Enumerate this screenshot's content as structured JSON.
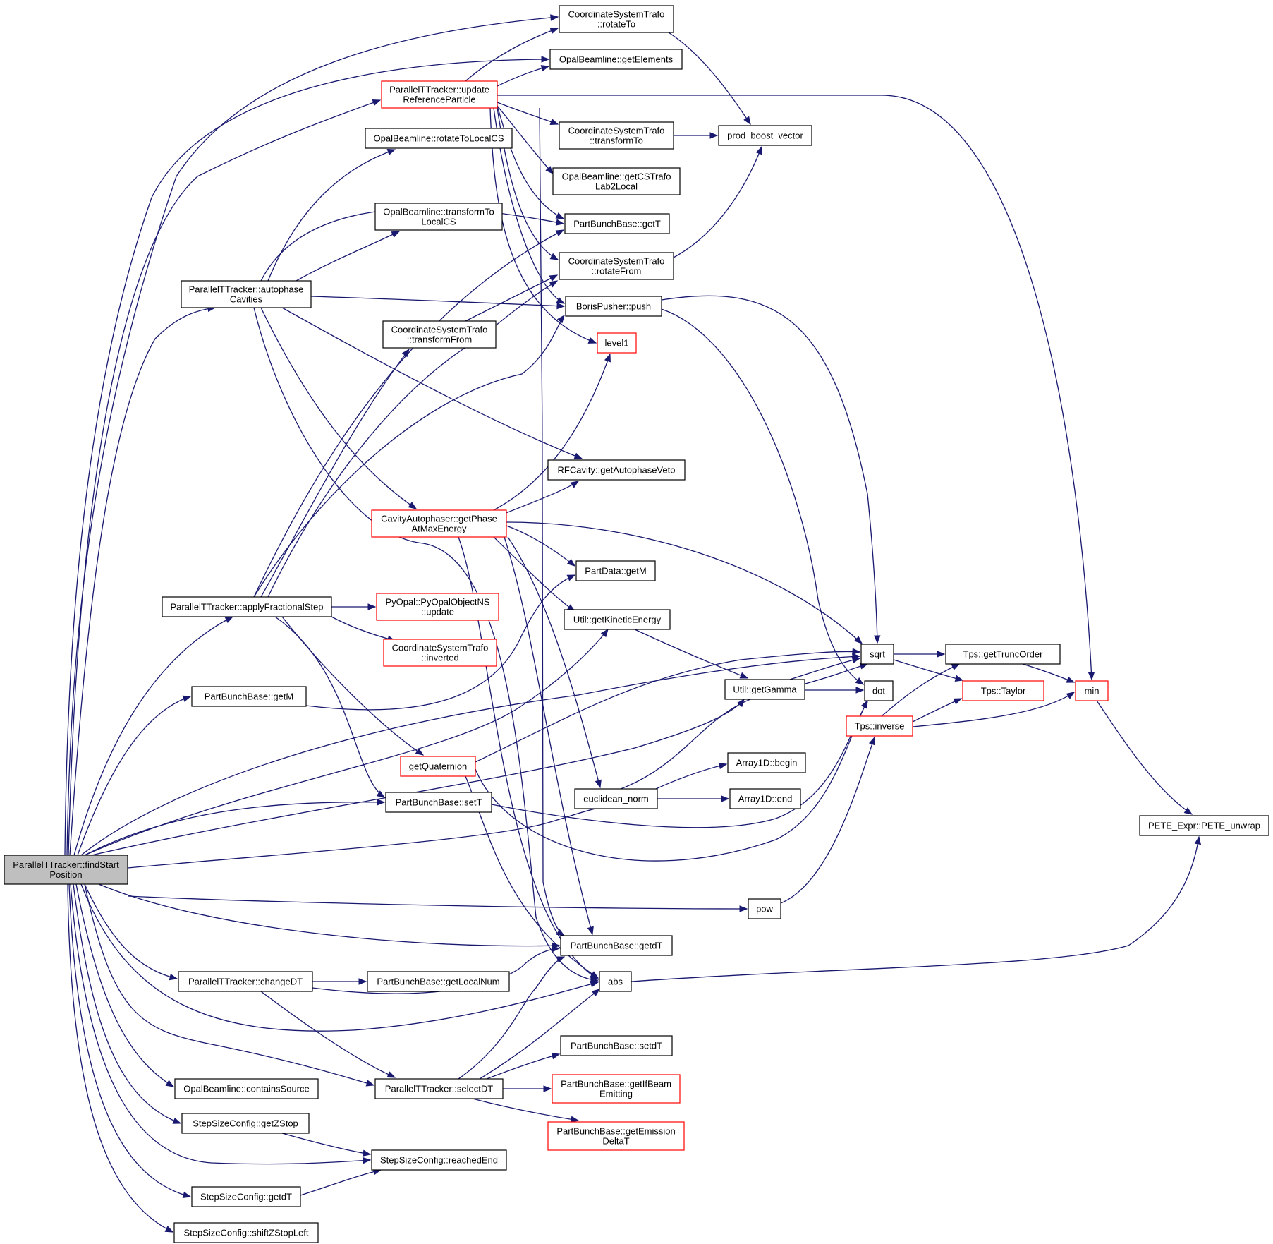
{
  "graph": {
    "colors": {
      "edge": "#191970",
      "node_border": "#000000",
      "truncated_border": "#ff0000",
      "root_fill": "#bfbfbf"
    },
    "nodes": {
      "findStart": {
        "lines": [
          "ParallelTTracker::findStart",
          "Position"
        ],
        "root": true
      },
      "rotateTo": {
        "lines": [
          "CoordinateSystemTrafo",
          "::rotateTo"
        ]
      },
      "getElements": {
        "lines": [
          "OpalBeamline::getElements"
        ]
      },
      "updateRef": {
        "lines": [
          "ParallelTTracker::update",
          "ReferenceParticle"
        ],
        "truncated": true
      },
      "rotateToLocalCS": {
        "lines": [
          "OpalBeamline::rotateToLocalCS"
        ]
      },
      "transformTo": {
        "lines": [
          "CoordinateSystemTrafo",
          "::transformTo"
        ]
      },
      "prodBoost": {
        "lines": [
          "prod_boost_vector"
        ]
      },
      "getCSTrafo": {
        "lines": [
          "OpalBeamline::getCSTrafo",
          "Lab2Local"
        ]
      },
      "transformToLocalCS": {
        "lines": [
          "OpalBeamline::transformTo",
          "LocalCS"
        ]
      },
      "getT": {
        "lines": [
          "PartBunchBase::getT"
        ]
      },
      "rotateFrom": {
        "lines": [
          "CoordinateSystemTrafo",
          "::rotateFrom"
        ]
      },
      "autophase": {
        "lines": [
          "ParallelTTracker::autophase",
          "Cavities"
        ]
      },
      "borisPush": {
        "lines": [
          "BorisPusher::push"
        ]
      },
      "transformFrom": {
        "lines": [
          "CoordinateSystemTrafo",
          "::transformFrom"
        ]
      },
      "level1": {
        "lines": [
          "level1"
        ],
        "truncated": true
      },
      "getAutophaseVeto": {
        "lines": [
          "RFCavity::getAutophaseVeto"
        ]
      },
      "getPhaseAtMax": {
        "lines": [
          "CavityAutophaser::getPhase",
          "AtMaxEnergy"
        ],
        "truncated": true
      },
      "partDataGetM": {
        "lines": [
          "PartData::getM"
        ]
      },
      "applyFrac": {
        "lines": [
          "ParallelTTracker::applyFractionalStep"
        ]
      },
      "pyOpalUpdate": {
        "lines": [
          "PyOpal::PyOpalObjectNS",
          "::update"
        ],
        "truncated": true
      },
      "getKinetic": {
        "lines": [
          "Util::getKineticEnergy"
        ]
      },
      "inverted": {
        "lines": [
          "CoordinateSystemTrafo",
          "::inverted"
        ],
        "truncated": true
      },
      "sqrt": {
        "lines": [
          "sqrt"
        ]
      },
      "getTruncOrder": {
        "lines": [
          "Tps::getTruncOrder"
        ]
      },
      "pbbGetM": {
        "lines": [
          "PartBunchBase::getM"
        ]
      },
      "getGamma": {
        "lines": [
          "Util::getGamma"
        ]
      },
      "dot": {
        "lines": [
          "dot"
        ]
      },
      "taylor": {
        "lines": [
          "Tps::Taylor"
        ],
        "truncated": true
      },
      "min": {
        "lines": [
          "min"
        ],
        "truncated": true
      },
      "inverse": {
        "lines": [
          "Tps::inverse"
        ],
        "truncated": true
      },
      "getQuaternion": {
        "lines": [
          "getQuaternion"
        ],
        "truncated": true
      },
      "arrBegin": {
        "lines": [
          "Array1D::begin"
        ]
      },
      "setT": {
        "lines": [
          "PartBunchBase::setT"
        ]
      },
      "euclidean": {
        "lines": [
          "euclidean_norm"
        ]
      },
      "arrEnd": {
        "lines": [
          "Array1D::end"
        ]
      },
      "peteUnwrap": {
        "lines": [
          "PETE_Expr::PETE_unwrap"
        ]
      },
      "pow": {
        "lines": [
          "pow"
        ]
      },
      "getdT": {
        "lines": [
          "PartBunchBase::getdT"
        ]
      },
      "changeDT": {
        "lines": [
          "ParallelTTracker::changeDT"
        ]
      },
      "getLocalNum": {
        "lines": [
          "PartBunchBase::getLocalNum"
        ]
      },
      "abs": {
        "lines": [
          "abs"
        ]
      },
      "setdT": {
        "lines": [
          "PartBunchBase::setdT"
        ]
      },
      "containsSource": {
        "lines": [
          "OpalBeamline::containsSource"
        ]
      },
      "selectDT": {
        "lines": [
          "ParallelTTracker::selectDT"
        ]
      },
      "getIfBeam": {
        "lines": [
          "PartBunchBase::getIfBeam",
          "Emitting"
        ],
        "truncated": true
      },
      "getZStop": {
        "lines": [
          "StepSizeConfig::getZStop"
        ]
      },
      "getEmission": {
        "lines": [
          "PartBunchBase::getEmission",
          "DeltaT"
        ],
        "truncated": true
      },
      "reachedEnd": {
        "lines": [
          "StepSizeConfig::reachedEnd"
        ]
      },
      "sscGetdT": {
        "lines": [
          "StepSizeConfig::getdT"
        ]
      },
      "shiftZStop": {
        "lines": [
          "StepSizeConfig::shiftZStopLeft"
        ]
      }
    }
  }
}
